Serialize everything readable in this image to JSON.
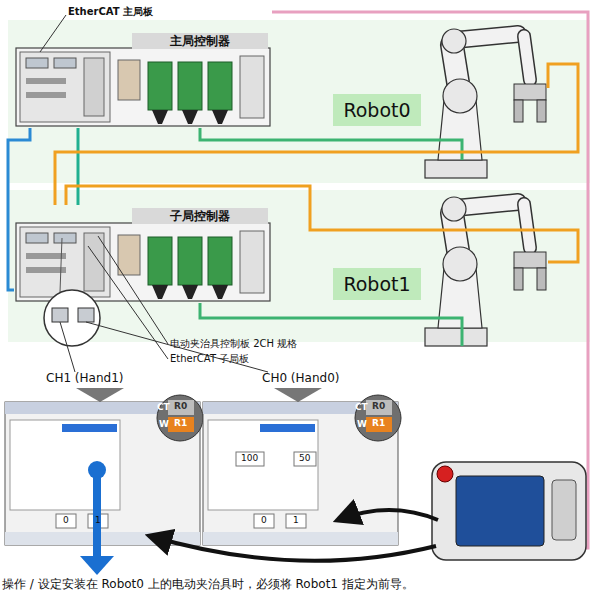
{
  "diagram": {
    "caption": "操作 / 设定安装在 Robot0 上的电动夹治具时，必须将 Robot1 指定为前导。",
    "nodes": [
      {
        "text": [
          "主局控制器"
        ]
      },
      {
        "text": [
          "Robot0"
        ]
      },
      {
        "text": [
          "子局控制器"
        ]
      },
      {
        "text": [
          "Robot1"
        ]
      }
    ],
    "edges": [
      {
        "from": 0,
        "to": 1,
        "arrow": "none"
      },
      {
        "from": 2,
        "to": 3,
        "arrow": "none"
      },
      {
        "from": 0,
        "to": 2,
        "arrow": "none"
      },
      {
        "from": 0,
        "to": 2,
        "arrow": "none"
      },
      {
        "from": 1,
        "to": 2,
        "arrow": "none"
      },
      {
        "from": 3,
        "to": 2,
        "arrow": "none"
      }
    ],
    "labels": [
      "EtherCAT 主局板",
      "电动夹治具控制板 2CH 规格",
      "EtherCAT 子局板",
      "CH1 (Hand1)",
      "CH0 (Hand0)",
      "CT",
      "W",
      "R0",
      "R1",
      "0",
      "1",
      "CT",
      "W",
      "R0",
      "R1",
      "100",
      "50",
      "0",
      "1"
    ]
  }
}
